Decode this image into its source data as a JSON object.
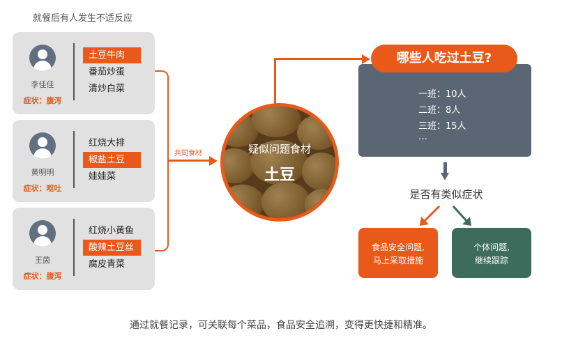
{
  "heading": "就餐后有人发生不适反应",
  "people": [
    {
      "name": "李佳佳",
      "symptom": "症状：腹泻",
      "dishes": [
        "土豆牛肉",
        "番茄炒蛋",
        "清炒白菜"
      ],
      "highlight": 0
    },
    {
      "name": "黄明明",
      "symptom": "症状：呕吐",
      "dishes": [
        "红烧大排",
        "椒盐土豆",
        "娃娃菜"
      ],
      "highlight": 1
    },
    {
      "name": "王茵",
      "symptom": "症状：腹泻",
      "dishes": [
        "红烧小黄鱼",
        "酸辣土豆丝",
        "腐皮青菜"
      ],
      "highlight": 1
    }
  ],
  "shared_label": "共同食材",
  "suspect": {
    "line1": "疑似问题食材",
    "line2": "土豆"
  },
  "question_pill": "哪些人吃过土豆?",
  "classes": [
    "一班：10人",
    "二班：8人",
    "三班：15人",
    "…"
  ],
  "decision": "是否有类似症状",
  "outcomes": [
    {
      "lines": [
        "食品安全问题,",
        "马上采取措施"
      ],
      "color": "#e8591a"
    },
    {
      "lines": [
        "个体问题,",
        "继续跟踪"
      ],
      "color": "#3d6b5c"
    }
  ],
  "footer": "通过就餐记录，可关联每个菜品，食品安全追溯，变得更快捷和精准。",
  "colors": {
    "accent": "#e8591a",
    "slate": "#5b6675",
    "green": "#3d6b5c",
    "card": "#e1e1e1"
  }
}
